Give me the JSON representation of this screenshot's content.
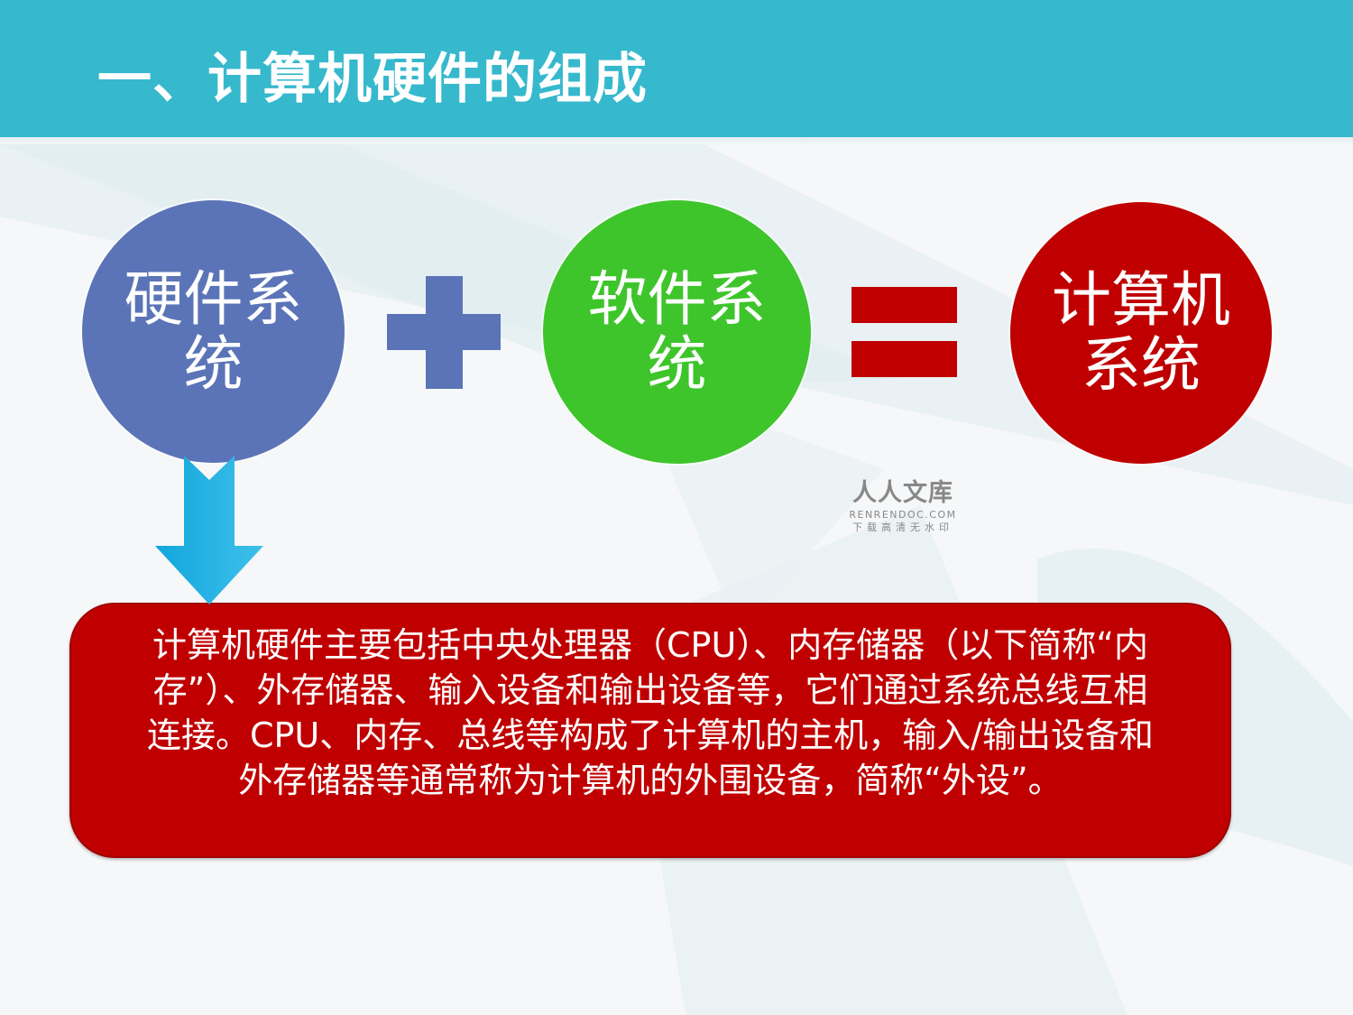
{
  "slide": {
    "title": "一、计算机硬件的组成",
    "colors": {
      "header": "#36b8cd",
      "hardware_circle": "#5b74b8",
      "software_circle": "#3ec52b",
      "computer_circle": "#c00000",
      "plus_sign": "#5b74b8",
      "equals_sign": "#c00000",
      "arrow": "#1eb4e6",
      "text_box": "#c00000",
      "background": "#f5f7f8"
    }
  },
  "equation": {
    "hardware": {
      "label": "硬件系统"
    },
    "operator_plus": "plus-icon",
    "software": {
      "label": "软件系统"
    },
    "operator_equals": "equals-icon",
    "result": {
      "label": "计算机系统"
    }
  },
  "arrow": {
    "icon": "arrow-down-icon"
  },
  "description": {
    "lines": [
      "计算机硬件主要包括中央处理器（CPU）、内存储器（以下简称“内",
      "存”）、外存储器、输入设备和输出设备等，它们通过系统总线互相",
      "连接。CPU、内存、总线等构成了计算机的主机，输入/输出设备和",
      "外存储器等通常称为计算机的外围设备，简称“外设”。"
    ]
  },
  "watermark": {
    "main": "人人文库",
    "url": "RENRENDOC.COM",
    "sub": "下载高清无水印"
  }
}
